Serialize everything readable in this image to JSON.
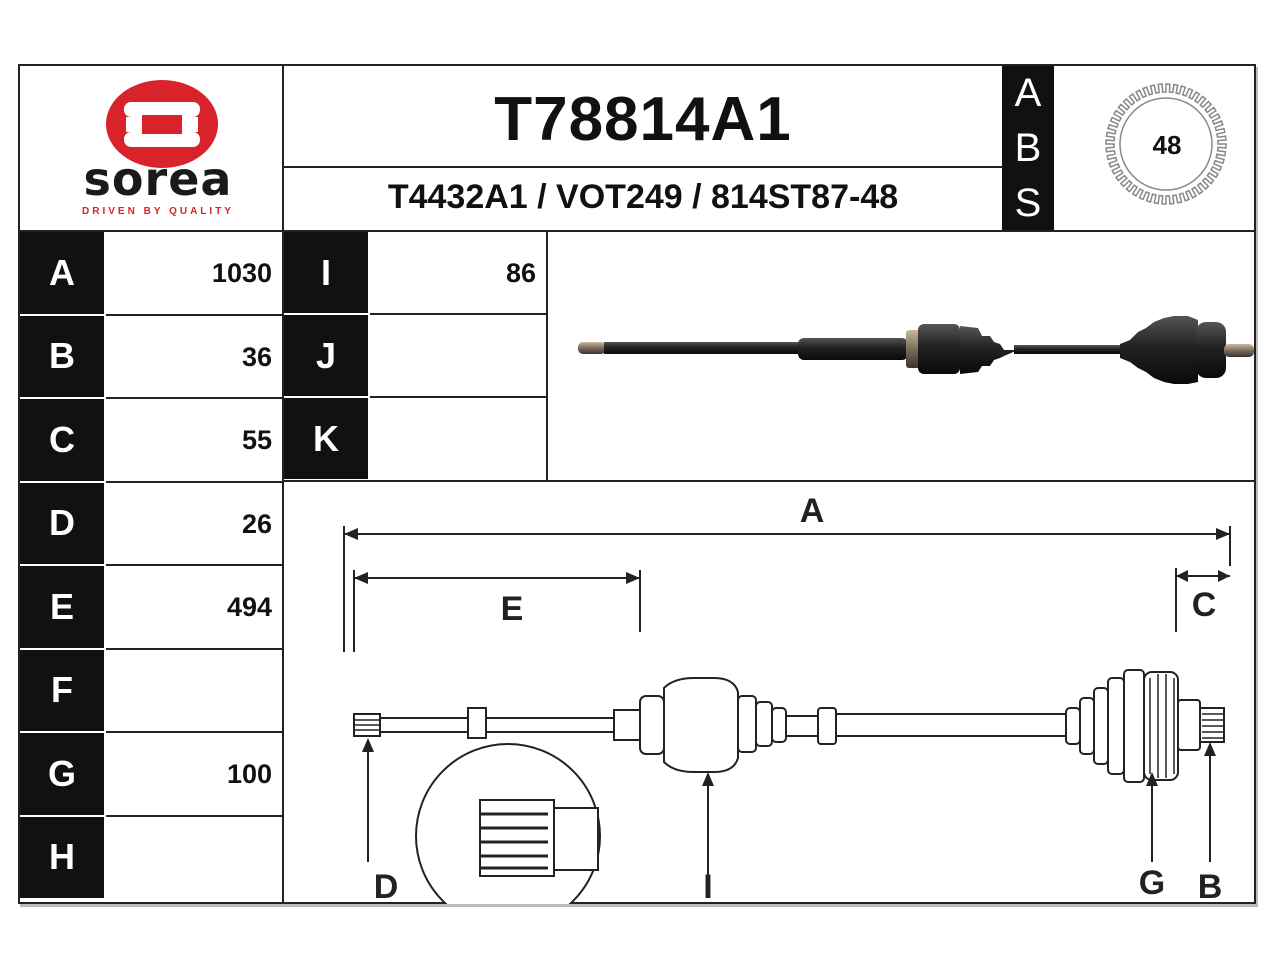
{
  "brand": {
    "name": "sorea",
    "tagline": "DRIVEN BY QUALITY",
    "red": "#d8232a",
    "dark": "#1a1a1a"
  },
  "header": {
    "part_number": "T78814A1",
    "cross_refs": "T4432A1 / VOT249 / 814ST87-48"
  },
  "abs": {
    "letters": [
      "A",
      "B",
      "S"
    ],
    "teeth": "48"
  },
  "specs_left": [
    {
      "label": "A",
      "value": "1030"
    },
    {
      "label": "B",
      "value": "36"
    },
    {
      "label": "C",
      "value": "55"
    },
    {
      "label": "D",
      "value": "26"
    },
    {
      "label": "E",
      "value": "494"
    },
    {
      "label": "F",
      "value": ""
    },
    {
      "label": "G",
      "value": "100"
    },
    {
      "label": "H",
      "value": ""
    }
  ],
  "specs_mid": [
    {
      "label": "I",
      "value": "86"
    },
    {
      "label": "J",
      "value": ""
    },
    {
      "label": "K",
      "value": ""
    }
  ],
  "diagram": {
    "labels": {
      "A": "A",
      "B": "B",
      "C": "C",
      "D": "D",
      "E": "E",
      "G": "G",
      "I": "I"
    }
  }
}
